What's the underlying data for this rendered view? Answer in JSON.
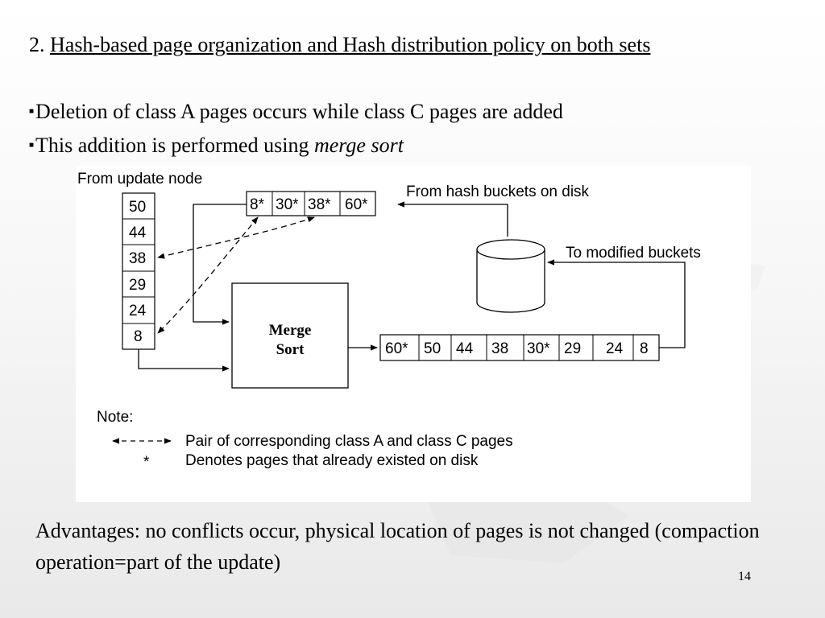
{
  "heading": {
    "number": "2.",
    "title": "Hash-based page organization and Hash distribution policy on both sets"
  },
  "bullets": {
    "first": "Deletion of class A pages occurs while class C pages are added",
    "second_prefix": "This addition is performed using ",
    "second_emphasis": "merge sort"
  },
  "figure": {
    "update_node_label": "From update node",
    "update_stack": [
      "50",
      "44",
      "38",
      "29",
      "24",
      "8"
    ],
    "hash_bucket_row": [
      "8*",
      "30*",
      "38*",
      "60*"
    ],
    "hash_buckets_label": "From hash buckets on disk",
    "modified_buckets_label": "To modified buckets",
    "merge_sort_line1": "Merge",
    "merge_sort_line2": "Sort",
    "output_row": [
      "60*",
      "50",
      "44",
      "38",
      "30*",
      "29",
      "24",
      "8"
    ],
    "note_title": "Note:",
    "note_pair": "Pair of corresponding class A and class C pages",
    "note_star_symbol": "*",
    "note_star": "Denotes pages that already existed on disk"
  },
  "advantages": "Advantages: no conflicts occur, physical location of pages is not changed (compaction operation=part of the update)",
  "page_number": "14"
}
